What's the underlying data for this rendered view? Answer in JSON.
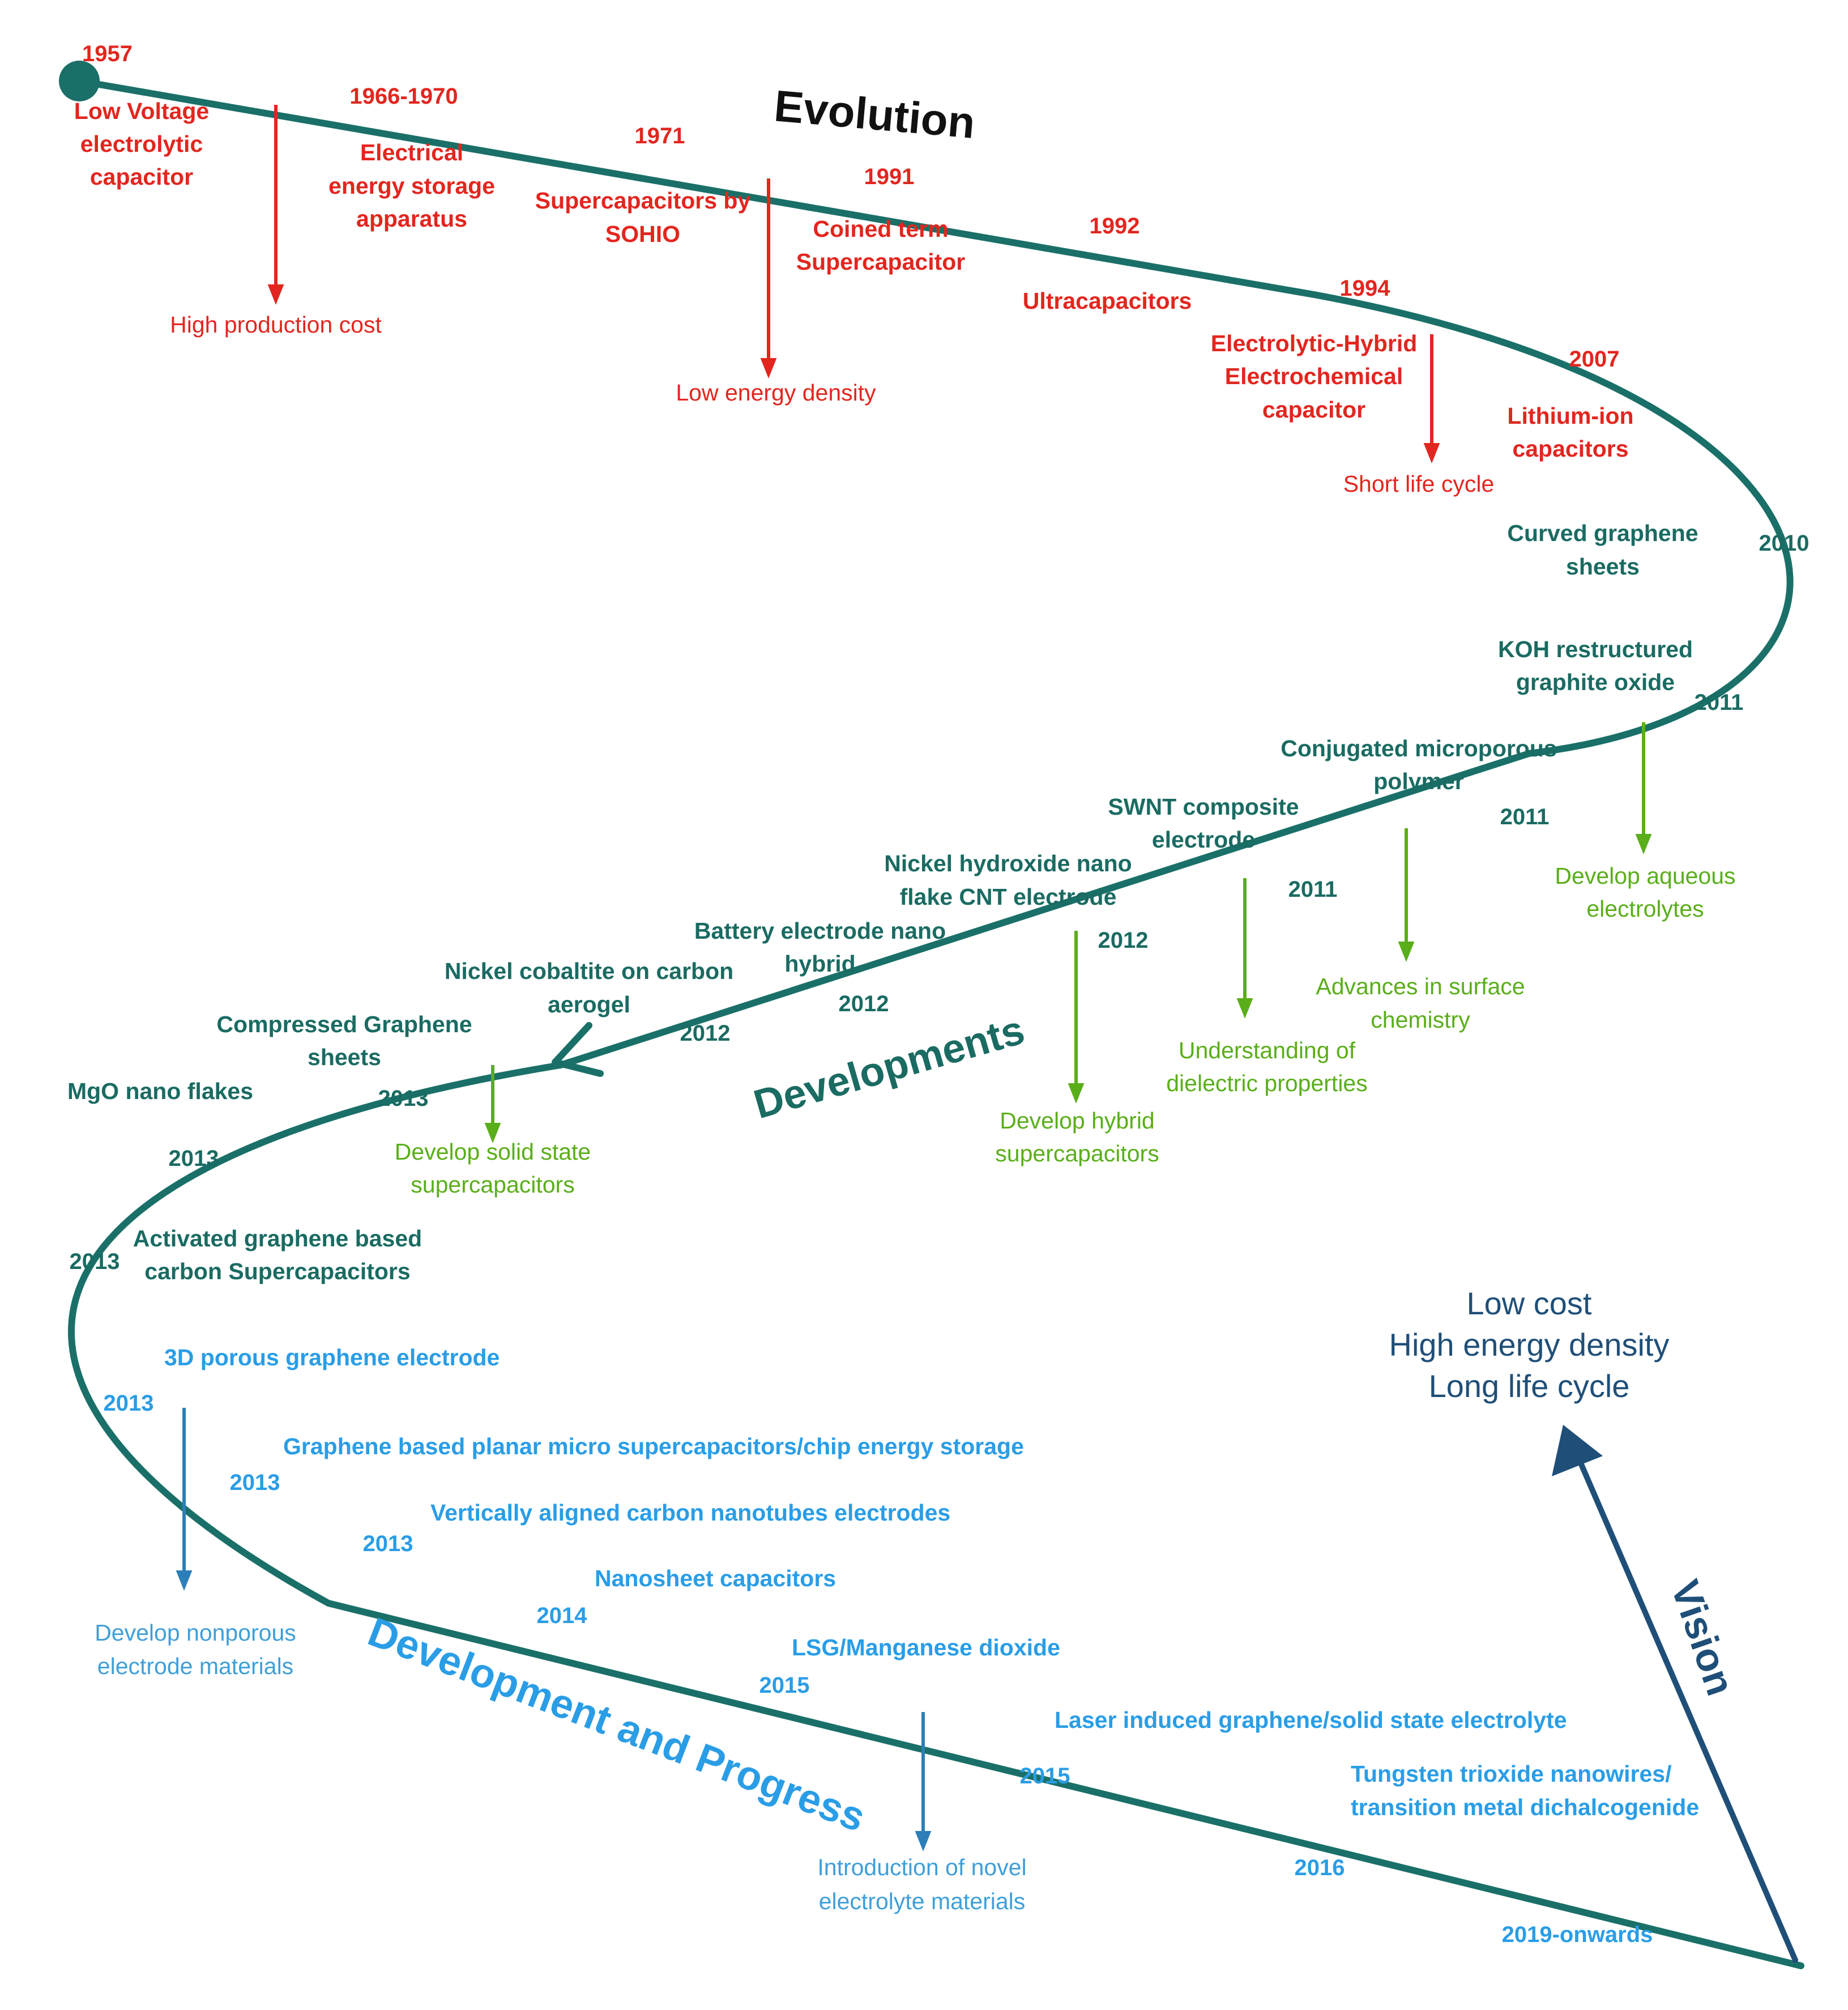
{
  "colors": {
    "curve": "#1a7068",
    "evolution": "#e2261f",
    "developments": "#1a6b62",
    "development_impact": "#5aae1a",
    "progress": "#2a9de6",
    "progress_impact": "#3f9fd8",
    "vision": "#1f4f78"
  },
  "sections": {
    "evolution": "Evolution",
    "developments": "Developments",
    "progress": "Development and Progress",
    "vision": "Vision"
  },
  "evolution": {
    "m1957": {
      "year": "1957",
      "lines": [
        "Low Voltage",
        "electrolytic",
        "capacitor"
      ]
    },
    "m1966": {
      "year": "1966-1970",
      "lines": [
        "Electrical",
        "energy storage",
        "apparatus"
      ]
    },
    "m1971": {
      "year": "1971",
      "lines": [
        "Supercapacitors by",
        "SOHIO"
      ]
    },
    "m1991": {
      "year": "1991",
      "lines": [
        "Coined term",
        "Supercapacitor"
      ]
    },
    "m1992": {
      "year": "1992",
      "lines": [
        "Ultracapacitors"
      ]
    },
    "m1994": {
      "year": "1994",
      "lines": [
        "Electrolytic-Hybrid",
        "Electrochemical",
        "capacitor"
      ]
    },
    "m2007": {
      "year": "2007",
      "lines": [
        "Lithium-ion",
        "capacitors"
      ]
    },
    "issues": [
      "High production cost",
      "Low energy density",
      "Short life cycle"
    ]
  },
  "developments": {
    "m2010": {
      "year": "2010",
      "lines": [
        "Curved graphene",
        "sheets"
      ]
    },
    "m2011a": {
      "year": "2011",
      "lines": [
        "KOH restructured",
        "graphite oxide"
      ]
    },
    "m2011b": {
      "year": "2011",
      "lines": [
        "Conjugated microporous",
        "polymer"
      ]
    },
    "m2011c": {
      "year": "2011",
      "lines": [
        "SWNT composite",
        "electrode"
      ]
    },
    "m2012a": {
      "year": "2012",
      "lines": [
        "Nickel hydroxide nano",
        "flake CNT electrode"
      ]
    },
    "m2012b": {
      "year": "2012",
      "lines": [
        "Battery electrode nano",
        "hybrid"
      ]
    },
    "m2012c": {
      "year": "2012",
      "lines": [
        "Nickel cobaltite on carbon",
        "aerogel"
      ]
    },
    "m2013a": {
      "year": "2013",
      "lines": [
        "Compressed Graphene",
        "sheets"
      ]
    },
    "m2013b": {
      "year": "2013",
      "lines": [
        "MgO nano flakes"
      ]
    },
    "m2013c": {
      "year": "2013",
      "lines": [
        "Activated graphene based",
        "carbon Supercapacitors"
      ]
    },
    "impacts": {
      "aqueous": [
        "Develop aqueous",
        "electrolytes"
      ],
      "surface": [
        "Advances in surface",
        "chemistry"
      ],
      "dielectric": [
        "Understanding of",
        "dielectric properties"
      ],
      "hybrid": [
        "Develop hybrid",
        "supercapacitors"
      ],
      "solid": [
        "Develop solid state",
        "supercapacitors"
      ]
    }
  },
  "progress": {
    "m2013d": {
      "year": "2013",
      "label": "3D porous graphene electrode"
    },
    "m2013e": {
      "year": "2013",
      "label": "Graphene based planar micro supercapacitors/chip energy storage"
    },
    "m2013f": {
      "year": "2013",
      "label": "Vertically aligned carbon nanotubes electrodes"
    },
    "m2014": {
      "year": "2014",
      "label": "Nanosheet capacitors"
    },
    "m2015a": {
      "year": "2015",
      "label": "LSG/Manganese dioxide"
    },
    "m2015b": {
      "year": "2015",
      "label": "Laser induced graphene/solid state electrolyte"
    },
    "m2016": {
      "year": "2016",
      "lines": [
        "Tungsten trioxide nanowires/",
        "transition metal dichalcogenide"
      ]
    },
    "m2019": {
      "year": "2019-onwards"
    },
    "impacts": {
      "nonporous": [
        "Develop nonporous",
        "electrode materials"
      ],
      "electrolyte": [
        "Introduction of novel",
        "electrolyte materials"
      ]
    }
  },
  "vision": {
    "goals": [
      "Low cost",
      "High energy density",
      "Long life cycle"
    ]
  }
}
